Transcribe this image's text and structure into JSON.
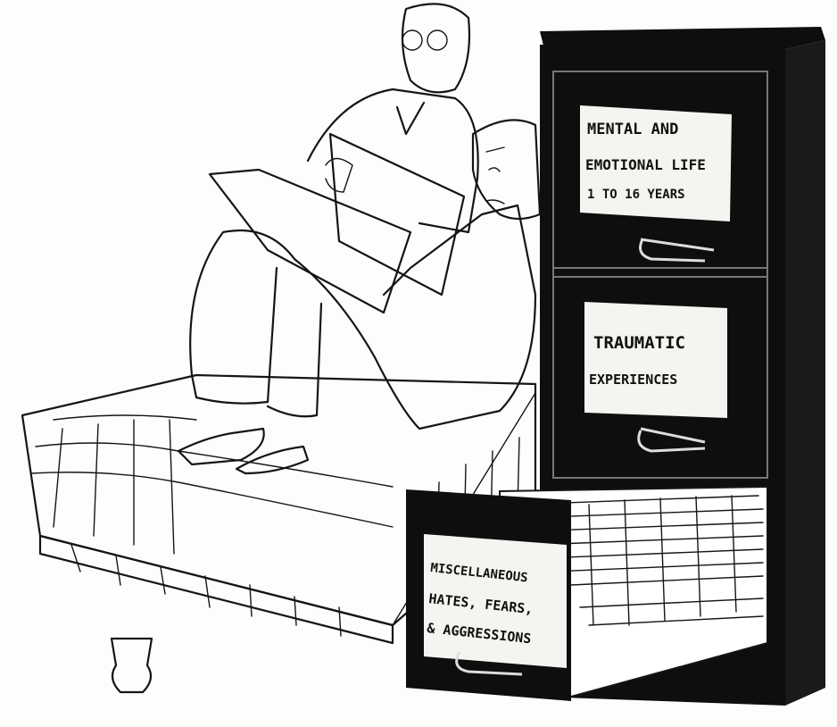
{
  "cartoon": {
    "drawer_labels": [
      {
        "lines": [
          "MENTAL AND",
          "EMOTIONAL LIFE",
          "1 TO 16 YEARS"
        ]
      },
      {
        "lines": [
          "TRAUMATIC",
          "EXPERIENCES"
        ]
      },
      {
        "lines": [
          "MISCELLANEOUS",
          "HATES, FEARS,",
          "& AGGRESSIONS"
        ]
      }
    ],
    "colors": {
      "ink": "#151515",
      "paper": "#fdfdfb",
      "cabinet": "#0e0e0e",
      "label": "#f4f4f0"
    }
  }
}
